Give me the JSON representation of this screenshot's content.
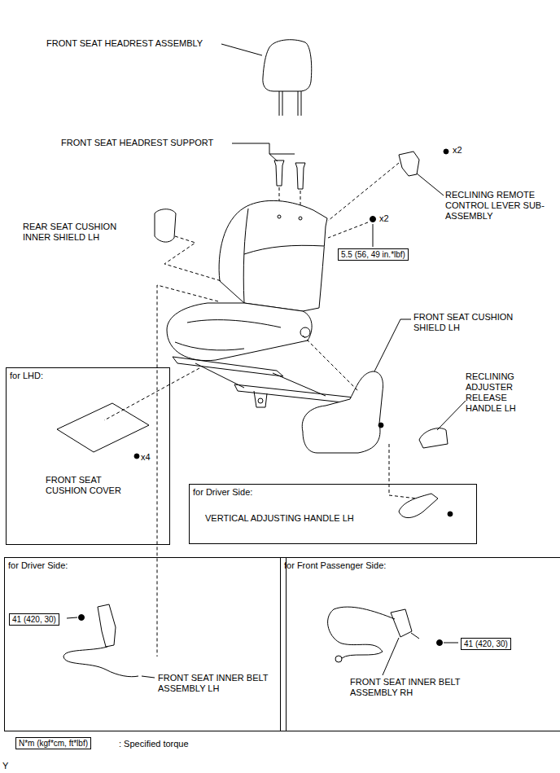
{
  "diagram": {
    "nodes": [
      {
        "text": [
          "5.5 (56, 49 in.*lbf)"
        ]
      },
      {
        "text": [
          "for LHD:"
        ]
      },
      {
        "text": [
          "for Driver Side:"
        ]
      },
      {
        "text": [
          "for Driver Side:"
        ]
      },
      {
        "text": [
          "41 (420, 30)"
        ],
        "in": 3
      },
      {
        "text": [
          "for Front Passenger Side:"
        ]
      },
      {
        "text": [
          "41 (420, 30)"
        ],
        "in": 5
      },
      {
        "text": [
          "N*m (kgf*cm, ft*lbf)"
        ]
      }
    ],
    "labels": [
      "FRONT SEAT HEADREST ASSEMBLY",
      "FRONT SEAT HEADREST SUPPORT",
      "x2",
      "RECLINING REMOTE CONTROL LEVER SUB-ASSEMBLY",
      "REAR SEAT CUSHION INNER SHIELD LH",
      "x2",
      "FRONT SEAT CUSHION SHIELD LH",
      "RECLINING ADJUSTER RELEASE HANDLE LH",
      "FRONT SEAT CUSHION COVER",
      "x4",
      "VERTICAL ADJUSTING HANDLE LH",
      "FRONT SEAT INNER BELT ASSEMBLY LH",
      "FRONT SEAT INNER BELT ASSEMBLY RH",
      ": Specified torque",
      "Y"
    ]
  }
}
